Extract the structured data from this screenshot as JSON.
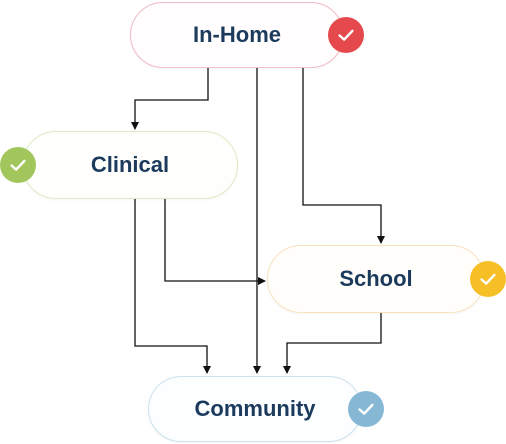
{
  "nodes": {
    "in_home": {
      "label": "In-Home",
      "badge_color": "#e5484d",
      "badge_icon": "check-icon"
    },
    "clinical": {
      "label": "Clinical",
      "badge_color": "#a2c65c",
      "badge_icon": "check-icon"
    },
    "school": {
      "label": "School",
      "badge_color": "#f6bf26",
      "badge_icon": "check-icon"
    },
    "community": {
      "label": "Community",
      "badge_color": "#86b8d6",
      "badge_icon": "check-icon"
    }
  },
  "edges": [
    {
      "from": "In-Home",
      "to": "Clinical"
    },
    {
      "from": "In-Home",
      "to": "Community"
    },
    {
      "from": "In-Home",
      "to": "School"
    },
    {
      "from": "Clinical",
      "to": "School"
    },
    {
      "from": "Clinical",
      "to": "Community"
    },
    {
      "from": "School",
      "to": "Community"
    }
  ],
  "colors": {
    "node_text": "#1b3a5c",
    "connector": "#111111"
  }
}
